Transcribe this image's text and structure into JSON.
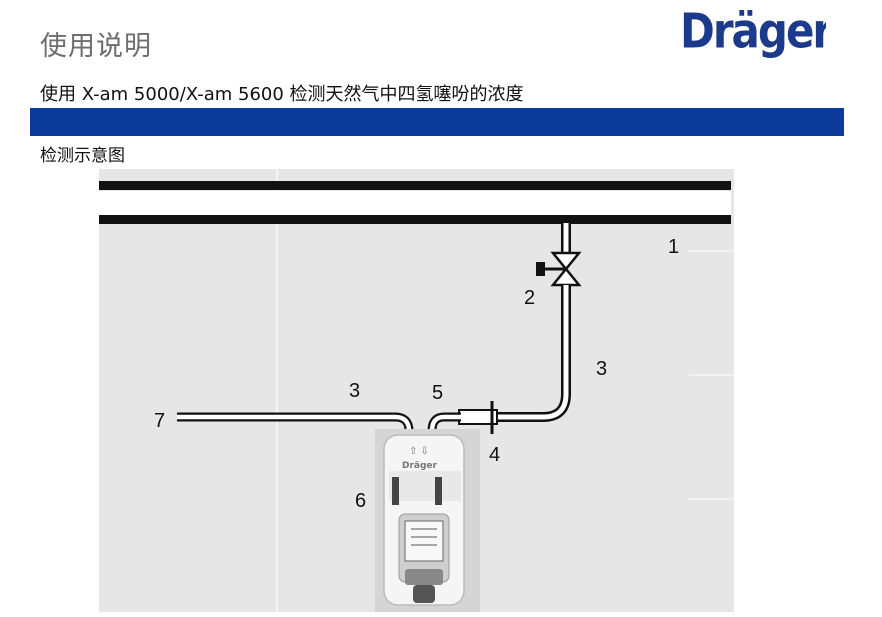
{
  "header": {
    "title": "使用说明",
    "subtitle": "使用 X-am 5000/X-am 5600 检测天然气中四氢噻吩的浓度",
    "section_label": "检测示意图"
  },
  "logo": {
    "text": "Dräger"
  },
  "device": {
    "label": "Dräger"
  },
  "colors": {
    "banner": "#0b3a9a",
    "diagram_bg": "#e6e6e6",
    "pipe": "#111111"
  },
  "diagram": {
    "labels": [
      "1",
      "2",
      "3",
      "3",
      "4",
      "5",
      "6",
      "7"
    ]
  }
}
